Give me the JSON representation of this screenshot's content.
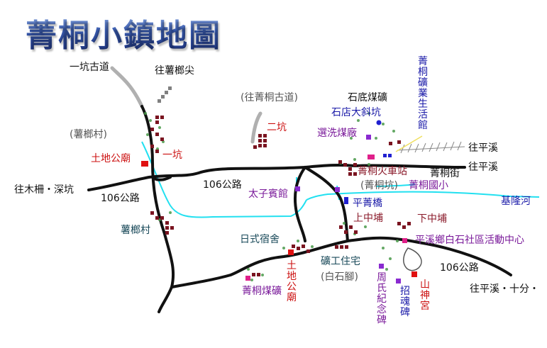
{
  "title": "菁桐小鎮地圖",
  "colors": {
    "road": "#111111",
    "old_trail": "#b0b0b0",
    "river": "#22e0f0",
    "railway": "#888888",
    "building": "#7a1420",
    "vegetation": "#4a9a4a",
    "temple": "#e01010",
    "landmark_purple": "#8a2ad0",
    "landmark_blue": "#2020d0",
    "landmark_pink": "#e0208a"
  },
  "labels": {
    "yikeng_trail": "一坑古道",
    "to_shuchiu_jian": "往薯榔尖",
    "to_jingtong_trail": "(往菁桐古道)",
    "stone_bottom_mine": "石底煤礦",
    "mining_life_museum": "菁桐礦業生活館",
    "shuchiu_village_paren": "(薯榔村)",
    "er_keng": "二坑",
    "stone_incline": "石店大斜坑",
    "coal_wash_plant": "選洗煤廠",
    "to_pingxi_1": "往平溪",
    "tudi_temple_1": "土地公廟",
    "yi_keng": "一坑",
    "jingtong_station": "菁桐火車站",
    "to_pingxi_2": "往平溪",
    "jingtong_street": "菁桐街",
    "to_mucha_shenkeng": "往木柵・深坑",
    "road_106_a": "106公路",
    "road_106_b": "106公路",
    "taizi_guesthouse": "太子賓館",
    "jingtong_keng_paren": "(菁桐坑)",
    "jingtong_elementary": "菁桐國小",
    "keelung_river": "基隆河",
    "pingjing_bridge": "平菁橋",
    "shuchiu_village": "薯榔村",
    "shang_zhongpu": "上中埔",
    "xia_zhongpu": "下中埔",
    "japanese_dorm": "日式宿舍",
    "baishi_community_center": "平溪鄉白石社區活動中心",
    "miners_housing": "礦工住宅",
    "baishijiao_paren": "(白石腳)",
    "road_106_c": "106公路",
    "tudi_temple_2": "土地公廟",
    "zhou_memorial": "周氏紀念碑",
    "zhaohun_stele": "招魂碑",
    "mountain_god_temple": "山神宮",
    "jingtong_coal_mine": "菁桐煤礦",
    "to_pingxi_shifen": "往平溪・十分・"
  }
}
